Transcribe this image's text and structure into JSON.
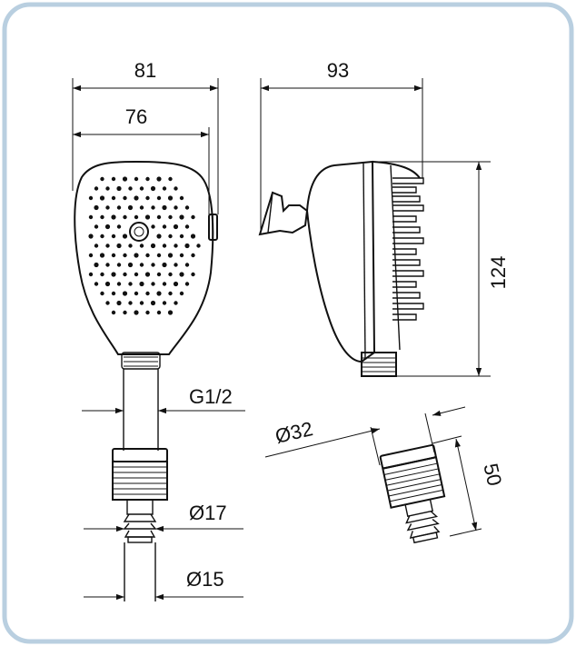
{
  "frame": {
    "border_color": "#b9cfe0",
    "line_color": "#111111"
  },
  "dimensions": {
    "width_81": "81",
    "width_76": "76",
    "depth_93": "93",
    "height_124": "124",
    "thread": "G1/2",
    "dia_32": "Ø32",
    "length_50": "50",
    "dia_17": "Ø17",
    "dia_15": "Ø15"
  }
}
